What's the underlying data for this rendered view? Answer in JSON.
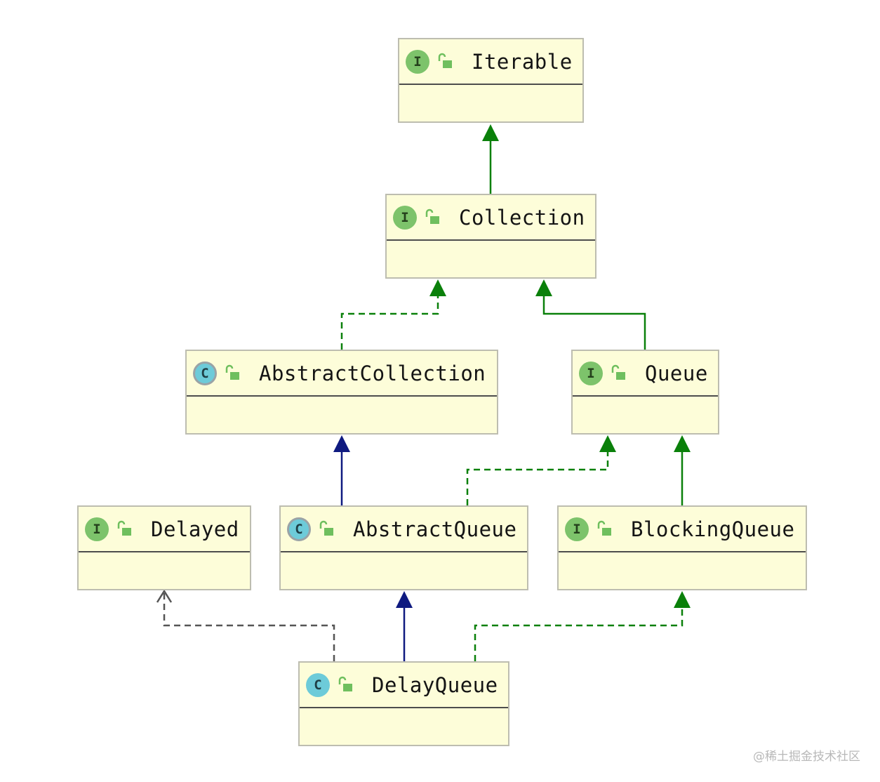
{
  "nodes": [
    {
      "id": "iterable",
      "kind": "interface",
      "badge": "I",
      "label": "Iterable"
    },
    {
      "id": "collection",
      "kind": "interface",
      "badge": "I",
      "label": "Collection"
    },
    {
      "id": "abstractcollection",
      "kind": "abstract-class",
      "badge": "C",
      "label": "AbstractCollection"
    },
    {
      "id": "queue",
      "kind": "interface",
      "badge": "I",
      "label": "Queue"
    },
    {
      "id": "delayed",
      "kind": "interface",
      "badge": "I",
      "label": "Delayed"
    },
    {
      "id": "abstractqueue",
      "kind": "abstract-class",
      "badge": "C",
      "label": "AbstractQueue"
    },
    {
      "id": "blockingqueue",
      "kind": "interface",
      "badge": "I",
      "label": "BlockingQueue"
    },
    {
      "id": "delayqueue",
      "kind": "class",
      "badge": "C",
      "label": "DelayQueue"
    }
  ],
  "edges": [
    {
      "from": "collection",
      "to": "iterable",
      "type": "extends-interface"
    },
    {
      "from": "abstractcollection",
      "to": "collection",
      "type": "implements"
    },
    {
      "from": "queue",
      "to": "collection",
      "type": "extends-interface"
    },
    {
      "from": "abstractqueue",
      "to": "abstractcollection",
      "type": "extends-class"
    },
    {
      "from": "abstractqueue",
      "to": "queue",
      "type": "implements"
    },
    {
      "from": "blockingqueue",
      "to": "queue",
      "type": "extends-interface"
    },
    {
      "from": "delayqueue",
      "to": "abstractqueue",
      "type": "extends-class"
    },
    {
      "from": "delayqueue",
      "to": "blockingqueue",
      "type": "implements"
    },
    {
      "from": "delayqueue",
      "to": "delayed",
      "type": "implements-open"
    }
  ],
  "colors": {
    "node_fill": "#fdfdd9",
    "node_border": "#bdbdb0",
    "interface_badge": "#7dc36b",
    "class_badge": "#6dcbd9",
    "green_arrow": "#0a800a",
    "blue_arrow": "#0f1a80",
    "gray_arrow": "#555555"
  },
  "watermark": "@稀土掘金技术社区"
}
